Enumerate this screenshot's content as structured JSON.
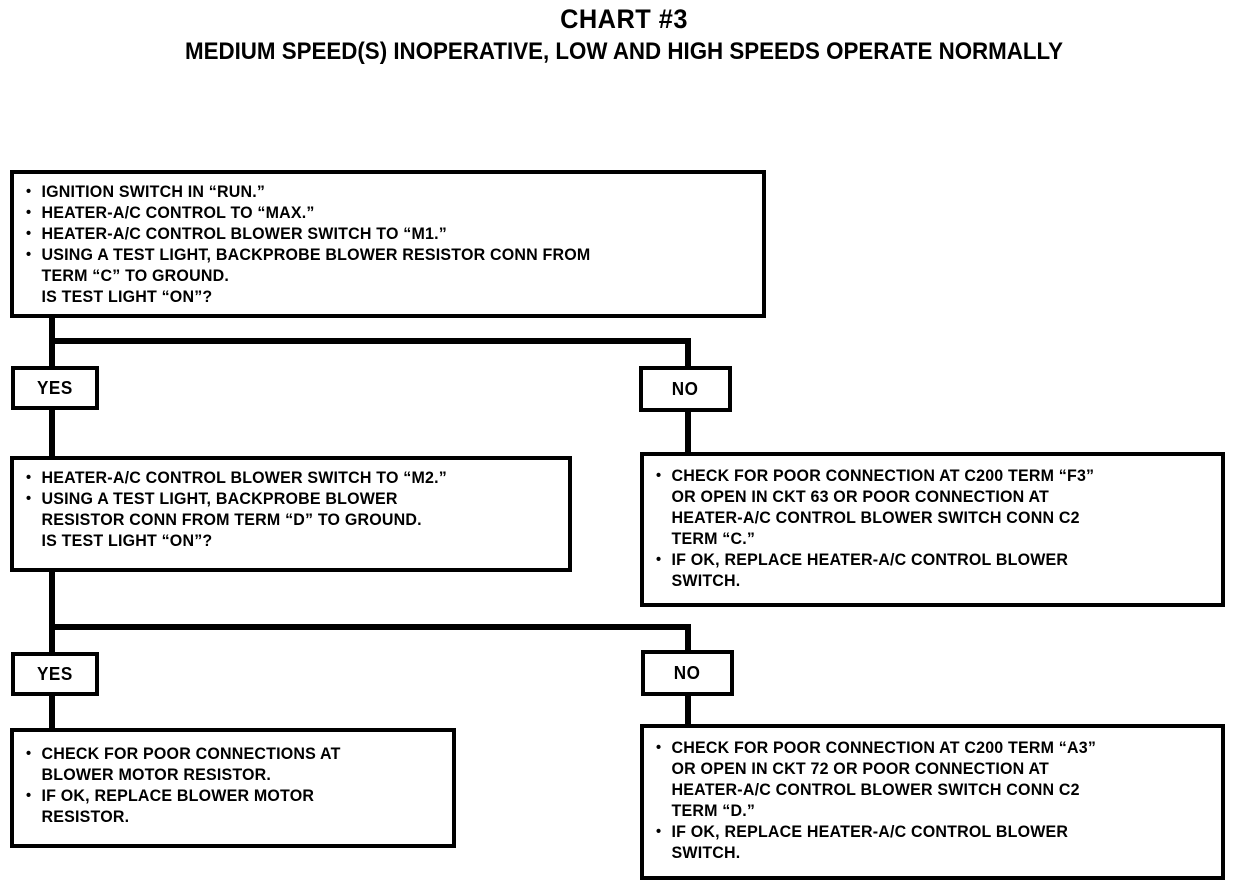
{
  "chart": {
    "title": "CHART #3",
    "subtitle": "MEDIUM SPEED(S) INOPERATIVE, LOW AND HIGH SPEEDS OPERATE NORMALLY"
  },
  "labels": {
    "yes": "YES",
    "no": "NO"
  },
  "nodes": {
    "start": {
      "lines": [
        {
          "text": "IGNITION SWITCH IN “RUN.”",
          "bullet": true
        },
        {
          "text": "HEATER-A/C CONTROL TO “MAX.”",
          "bullet": true
        },
        {
          "text": "HEATER-A/C CONTROL BLOWER SWITCH TO “M1.”",
          "bullet": true
        },
        {
          "text": "USING A TEST LIGHT, BACKPROBE BLOWER RESISTOR CONN FROM",
          "bullet": true
        },
        {
          "text": "TERM “C” TO GROUND.",
          "bullet": false
        },
        {
          "text": "IS TEST LIGHT “ON”?",
          "bullet": false
        }
      ]
    },
    "step2": {
      "lines": [
        {
          "text": "HEATER-A/C CONTROL BLOWER SWITCH TO “M2.”",
          "bullet": true
        },
        {
          "text": "USING A TEST LIGHT, BACKPROBE BLOWER",
          "bullet": true
        },
        {
          "text": "RESISTOR CONN FROM TERM “D” TO GROUND.",
          "bullet": false
        },
        {
          "text": "IS TEST LIGHT “ON”?",
          "bullet": false
        }
      ]
    },
    "no_branch_1": {
      "lines": [
        {
          "text": "CHECK FOR POOR CONNECTION AT C200 TERM “F3”",
          "bullet": true
        },
        {
          "text": "OR OPEN IN CKT 63 OR POOR CONNECTION AT",
          "bullet": false
        },
        {
          "text": "HEATER-A/C CONTROL BLOWER SWITCH CONN C2",
          "bullet": false
        },
        {
          "text": "TERM “C.”",
          "bullet": false
        },
        {
          "text": "IF OK, REPLACE HEATER-A/C CONTROL BLOWER",
          "bullet": true
        },
        {
          "text": "SWITCH.",
          "bullet": false
        }
      ]
    },
    "yes_result": {
      "lines": [
        {
          "text": "CHECK FOR POOR CONNECTIONS AT",
          "bullet": true
        },
        {
          "text": "BLOWER MOTOR RESISTOR.",
          "bullet": false
        },
        {
          "text": "IF OK, REPLACE BLOWER MOTOR",
          "bullet": true
        },
        {
          "text": "RESISTOR.",
          "bullet": false
        }
      ]
    },
    "no_branch_2": {
      "lines": [
        {
          "text": "CHECK FOR POOR CONNECTION AT C200 TERM “A3”",
          "bullet": true
        },
        {
          "text": "OR OPEN IN CKT 72 OR POOR CONNECTION AT",
          "bullet": false
        },
        {
          "text": "HEATER-A/C CONTROL BLOWER SWITCH CONN C2",
          "bullet": false
        },
        {
          "text": "TERM “D.”",
          "bullet": false
        },
        {
          "text": "IF OK, REPLACE HEATER-A/C CONTROL BLOWER",
          "bullet": true
        },
        {
          "text": "SWITCH.",
          "bullet": false
        }
      ]
    }
  }
}
